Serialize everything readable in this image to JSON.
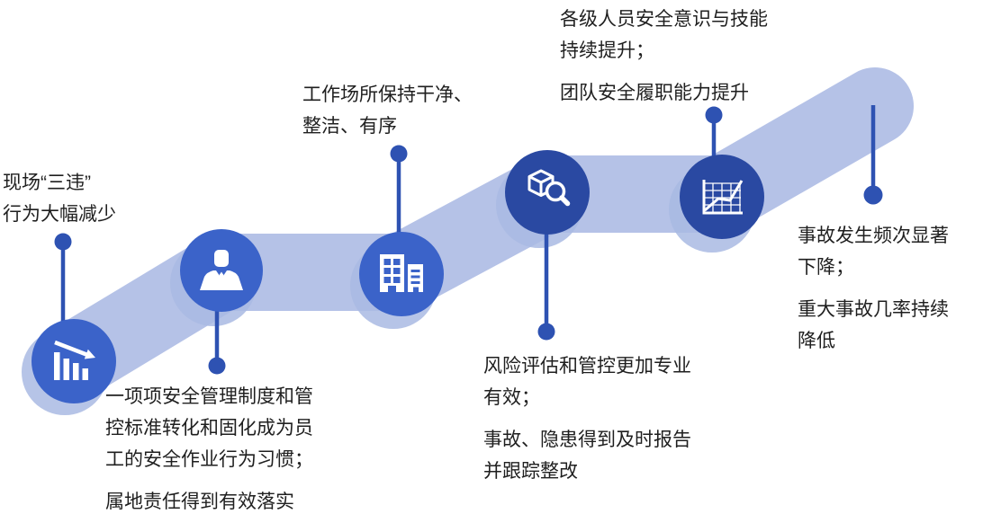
{
  "colors": {
    "band": "#b5c2e7",
    "halo": "#a9bae3",
    "node-light": "#3b63c9",
    "node-dark": "#2a49a2",
    "connector": "#2e52b2",
    "icon": "#ffffff",
    "text": "#1f1f1f"
  },
  "milestones": [
    {
      "icon": "declining-bars-icon",
      "paragraphs": [
        [
          "现场“三违”",
          "行为大幅减少"
        ]
      ]
    },
    {
      "icon": "businessman-icon",
      "paragraphs": [
        [
          "一项项安全管理制度和管",
          "控标准转化和固化成为员",
          "工的安全作业行为习惯；"
        ],
        [
          "属地责任得到有效落实"
        ]
      ]
    },
    {
      "icon": "buildings-icon",
      "paragraphs": [
        [
          "工作场所保持干净、",
          "整洁、有序"
        ]
      ]
    },
    {
      "icon": "cube-magnifier-icon",
      "paragraphs": [
        [
          "风险评估和管控更加专业",
          "有效；"
        ],
        [
          "事故、隐患得到及时报告",
          "并跟踪整改"
        ]
      ]
    },
    {
      "icon": "line-chart-icon",
      "paragraphs": [
        [
          "各级人员安全意识与技能",
          "持续提升；"
        ],
        [
          "团队安全履职能力提升"
        ]
      ]
    },
    {
      "icon": "band-endpoint",
      "paragraphs": [
        [
          "事故发生频次显著",
          "下降；"
        ],
        [
          "重大事故几率持续",
          "降低"
        ]
      ]
    }
  ]
}
